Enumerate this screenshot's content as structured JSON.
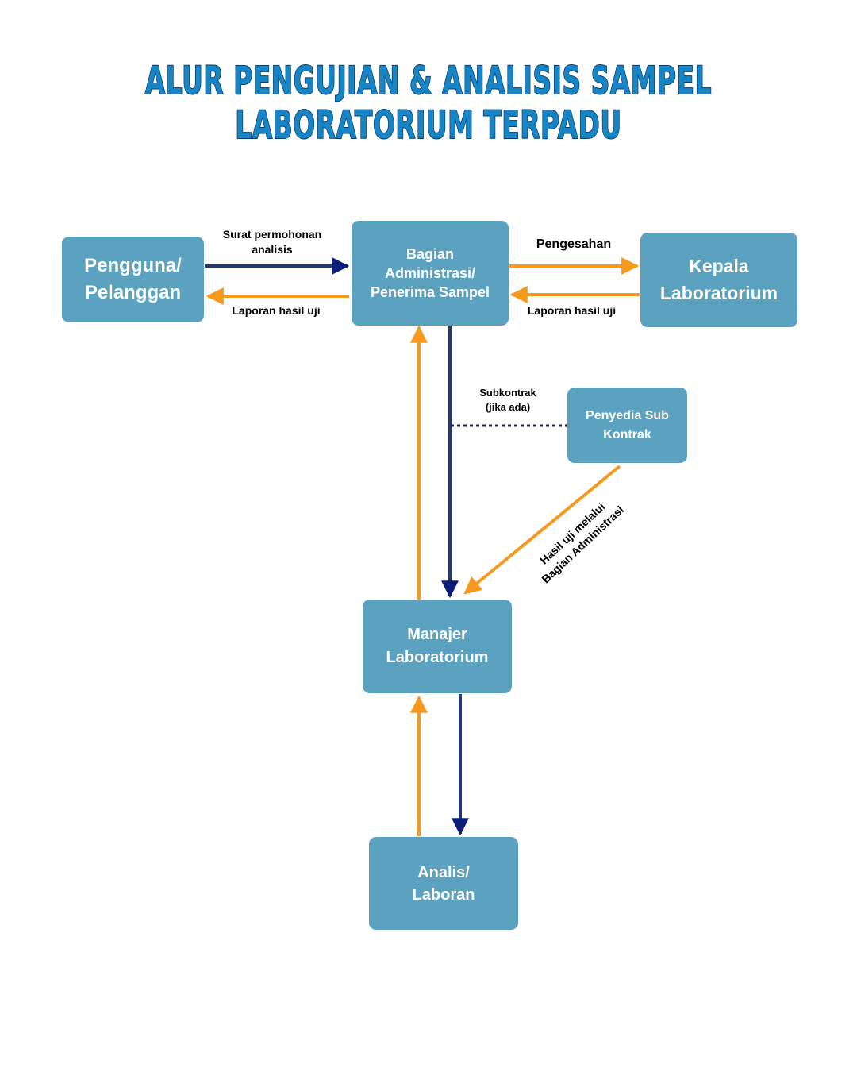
{
  "title": {
    "line1": "ALUR PENGUJIAN & ANALISIS SAMPEL",
    "line2": "LABORATORIUM TERPADU"
  },
  "nodes": {
    "pengguna": {
      "line1": "Pengguna/",
      "line2": "Pelanggan"
    },
    "admin": {
      "line1": "Bagian",
      "line2": "Administrasi/",
      "line3": "Penerima Sampel"
    },
    "kepala": {
      "line1": "Kepala",
      "line2": "Laboratorium"
    },
    "subkontrak": {
      "line1": "Penyedia Sub",
      "line2": "Kontrak"
    },
    "manajer": {
      "line1": "Manajer",
      "line2": "Laboratorium"
    },
    "analis": {
      "line1": "Analis/",
      "line2": "Laboran"
    }
  },
  "edges": {
    "surat": {
      "line1": "Surat permohonan",
      "line2": "analisis"
    },
    "laporan_left": "Laporan hasil uji",
    "pengesahan": "Pengesahan",
    "laporan_right": "Laporan hasil uji",
    "subkontrak": {
      "line1": "Subkontrak",
      "line2": "(jika ada)"
    },
    "hasil": {
      "line1": "Hasil uji melalui",
      "line2": "Bagian Administrasi"
    }
  },
  "colors": {
    "box": "#5ba2c0",
    "title": "#1685c6",
    "navy_arrow": "#24397a",
    "orange_arrow": "#f59a1f"
  }
}
